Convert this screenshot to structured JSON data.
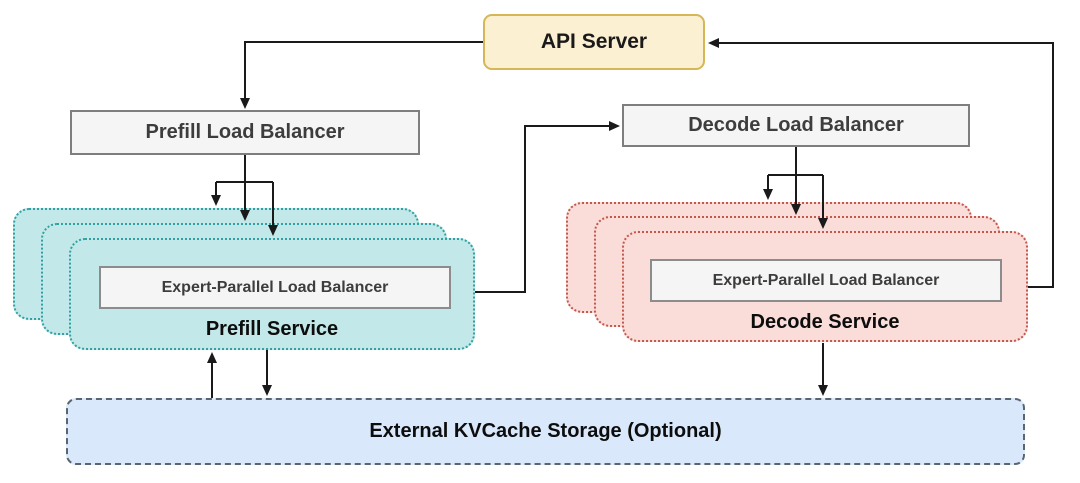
{
  "diagram": {
    "nodes": {
      "api_server": "API Server",
      "prefill_load_balancer": "Prefill Load Balancer",
      "decode_load_balancer": "Decode Load Balancer",
      "prefill_expert_parallel_lb": "Expert-Parallel Load Balancer",
      "prefill_service": "Prefill Service",
      "decode_expert_parallel_lb": "Expert-Parallel Load Balancer",
      "decode_service": "Decode Service",
      "kvcache_storage": "External KVCache Storage (Optional)"
    },
    "stacks": {
      "prefill_service_replicas": 3,
      "decode_service_replicas": 3
    },
    "edges": [
      {
        "from": "api_server",
        "to": "prefill_load_balancer",
        "direction": "one-way"
      },
      {
        "from": "prefill_load_balancer",
        "to": "prefill_service",
        "direction": "one-way",
        "fanout": 3
      },
      {
        "from": "prefill_service",
        "to": "decode_load_balancer",
        "direction": "one-way"
      },
      {
        "from": "decode_load_balancer",
        "to": "decode_service",
        "direction": "one-way",
        "fanout": 3
      },
      {
        "from": "decode_service",
        "to": "api_server",
        "direction": "one-way"
      },
      {
        "from": "kvcache_storage",
        "to": "prefill_service",
        "direction": "one-way"
      },
      {
        "from": "prefill_service",
        "to": "kvcache_storage",
        "direction": "one-way"
      },
      {
        "from": "decode_service",
        "to": "kvcache_storage",
        "direction": "one-way"
      }
    ]
  },
  "colors": {
    "api_fill": "#FBF0D2",
    "api_stroke": "#D6B656",
    "gray_fill": "#F5F5F5",
    "gray_stroke": "#7E7E7E",
    "eplb_stroke": "#8C8C8C",
    "teal_fill": "#C3E8E9",
    "teal_stroke": "#2FA1A1",
    "pink_fill": "#FADCD8",
    "pink_stroke": "#C4584C",
    "blue_fill": "#D9E9FB",
    "blue_stroke": "#5A6570",
    "line": "#1A1A1A"
  }
}
